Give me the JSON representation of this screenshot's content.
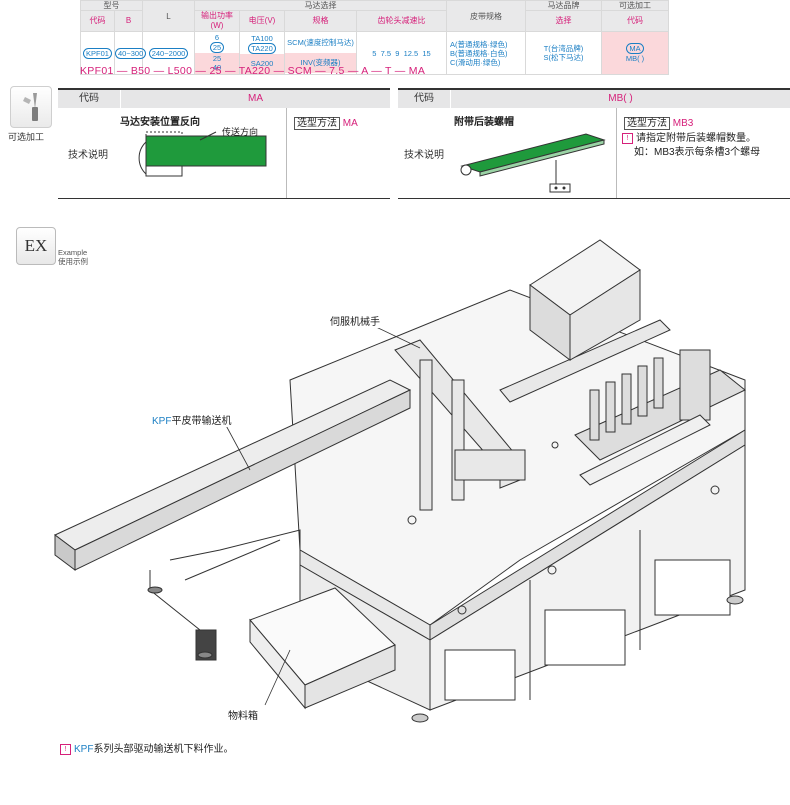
{
  "spec_table": {
    "headers_top": [
      "型号",
      "",
      "L",
      "",
      "马达选择",
      "",
      "皮带规格",
      "马达品牌",
      "可选加工"
    ],
    "headers_sub": [
      "代码",
      "B",
      "输出功率(W)",
      "电压(V)",
      "规格",
      "齿轮头减速比",
      "选择",
      "代码"
    ],
    "row": {
      "code": "KPF01",
      "b": "40~300",
      "l": "240~2000",
      "power": [
        "6",
        "25",
        "25",
        "40"
      ],
      "voltage": [
        "TA100",
        "TA220",
        "SA200"
      ],
      "spec": [
        "SCM(速度控制马达)",
        "INV(变频器)"
      ],
      "ratio": "5  7.5  9  12.5  15",
      "belt": [
        "A(普通规格·绿色)",
        "B(普通规格·白色)",
        "C(滑动用·绿色)"
      ],
      "brand": [
        "T(台湾品牌)",
        "S(松下马达)"
      ],
      "options": [
        "MA",
        "MB( )"
      ]
    }
  },
  "example_line": "KPF01 — B50 — L500 — 25 — TA220 — SCM — 7.5 — A — T — MA",
  "options_label": "可选加工",
  "panel_ma": {
    "code_header": "代码",
    "code": "MA",
    "row_label": "技术说明",
    "title": "马达安装位置反向",
    "direction_label": "传送方向",
    "method_label": "选型方法",
    "method_value": "MA"
  },
  "panel_mb": {
    "code_header": "代码",
    "code": "MB( )",
    "row_label": "技术说明",
    "title": "附带后装螺帽",
    "method_label": "选型方法",
    "method_value": "MB3",
    "note_line1": "请指定附带后装螺帽数量。",
    "note_line2": "如：MB3表示每条槽3个螺母"
  },
  "example": {
    "badge": "EX",
    "word_en": "Example",
    "word_cn": "使用示例",
    "callout_arm": "伺服机械手",
    "callout_kpf_prefix": "KPF",
    "callout_kpf_rest": "平皮带输送机",
    "callout_box": "物料箱",
    "footnote_prefix": "KPF",
    "footnote_rest": "系列头部驱动输送机下料作业。"
  },
  "colors": {
    "accent": "#d6207a",
    "blue": "#1b7fc4",
    "belt_green": "#1f9a3c",
    "header_gray": "#e6e6e7"
  }
}
